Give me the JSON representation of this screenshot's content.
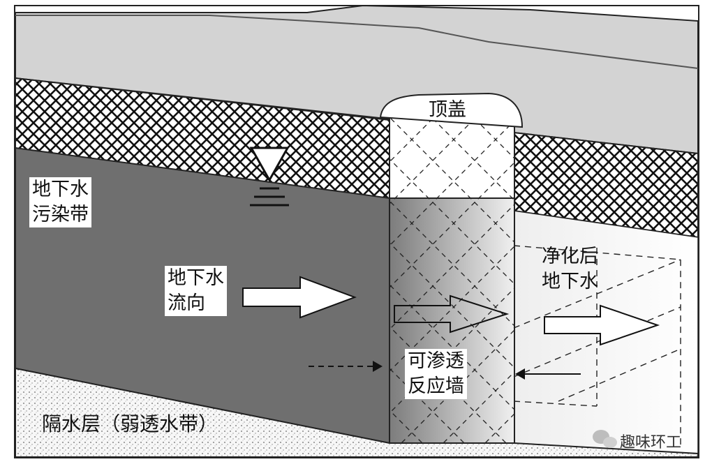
{
  "labels": {
    "cap": "顶盖",
    "pollution_zone": [
      "地下水",
      "污染带"
    ],
    "flow_direction": [
      "地下水",
      "流向"
    ],
    "purified_water": [
      "净化后",
      "地下水"
    ],
    "prb": [
      "可渗透",
      "反应墙"
    ],
    "aquitard": "隔水层（弱透水带）"
  },
  "watermark": "趣味环工"
}
